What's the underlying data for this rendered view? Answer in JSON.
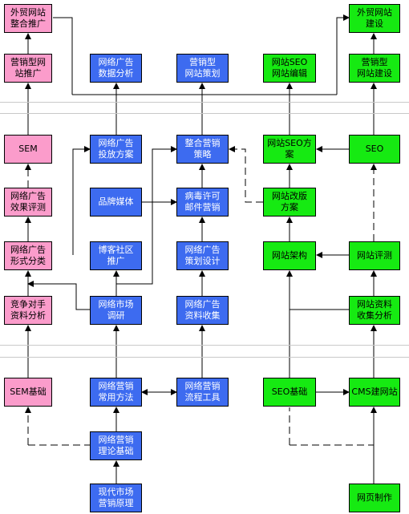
{
  "colors": {
    "pink": "#fb9ccb",
    "blue": "#3d6bf0",
    "green": "#16ea12",
    "line": "#000000"
  },
  "nodes": {
    "wm_zhtg": "外贸网站\n整合推广",
    "yxx_tg": "营销型网\n站推广",
    "wlgg_sjfx": "网络广告\n数据分析",
    "yxx_chd": "营销型\n网站策划",
    "seo_bj": "网站SEO\n网站编辑",
    "wm_js": "外贸网站\n建设",
    "yxx_js": "营销型\n网站建设",
    "sem": "SEM",
    "wlgg_tffa": "网络广告\n投放方案",
    "zhyx_cl": "整合营销\n策略",
    "seo_fa": "网站SEO方\n案",
    "seo": "SEO",
    "wlgg_xgpc": "网络广告\n效果评测",
    "ppmt": "品牌媒体",
    "bdxk_yj": "病毒许可\n邮件营销",
    "gb_fa": "网站改版\n方案",
    "wlgg_xsfl": "网络广告\n形式分类",
    "bk_sq": "博客社区\n推广",
    "wlgg_chsj": "网络广告\n策划设计",
    "wz_jg": "网站架构",
    "wz_pc": "网站评测",
    "jzds": "竞争对手\n资料分析",
    "wlsc_dy": "网络市场\n调研",
    "wlgg_zlsj": "网络广告\n资料收集",
    "wz_zlfx": "网站资料\n收集分析",
    "sem_jc": "SEM基础",
    "wlyx_cyff": "网络营销\n常用方法",
    "wlyx_lcgj": "网络营销\n流程工具",
    "seo_jc": "SEO基础",
    "cms": "CMS建网站",
    "wlyx_llj": "网络营销\n理论基础",
    "xdsc": "现代市场\n营销原理",
    "wyzz": "网页制作"
  }
}
